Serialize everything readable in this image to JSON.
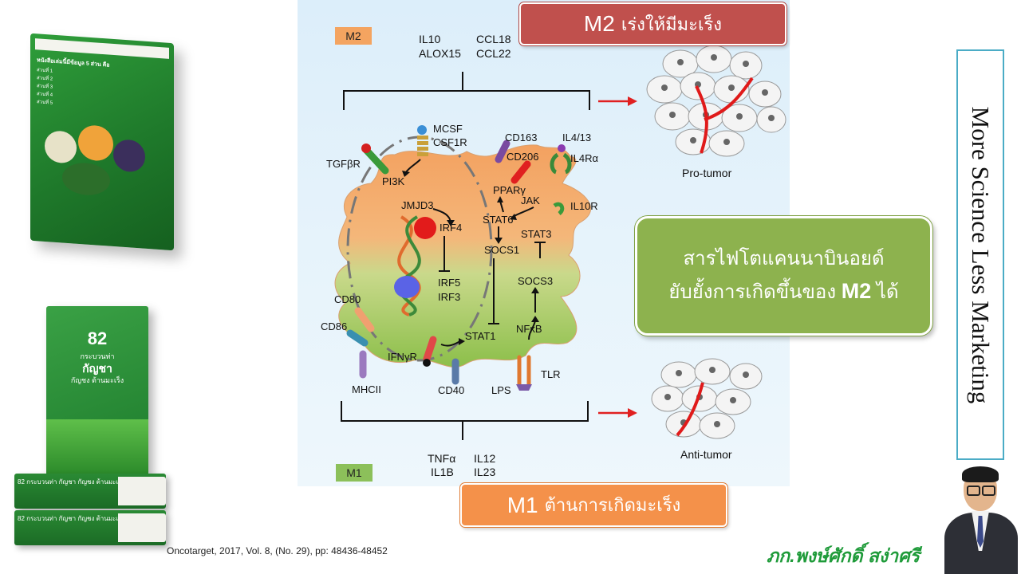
{
  "left_books": {
    "book1_heading": "หนังสือเล่มนี้มีข้อมูล 5 ส่วน คือ",
    "book1_lines": [
      "ส่วนที่ 1",
      "ส่วนที่ 2",
      "ส่วนที่ 3",
      "ส่วนที่ 4",
      "ส่วนที่ 5"
    ],
    "book2_number": "82",
    "book2_line1": "กระบวนท่า",
    "book2_line2": "กัญชา",
    "book2_line3": "กัญชง ต้านมะเร็ง",
    "stack_spine": "82 กระบวนท่า กัญชา กัญชง ต้านมะเร็ง"
  },
  "diagram": {
    "m2_label": "M2",
    "m1_label": "M1",
    "top_cytokines": [
      "IL10",
      "ALOX15",
      "CCL18",
      "CCL22"
    ],
    "bottom_cytokines": [
      "TNFα",
      "IL1B",
      "IL12",
      "IL23"
    ],
    "receptors": {
      "mcsf": "MCSF",
      "csf1r": "CSF1R",
      "tgfbr": "TGFβR",
      "pi3k": "PI3K",
      "cd163": "CD163",
      "cd206": "CD206",
      "il413": "IL4/13",
      "il4ra": "IL4Rα",
      "il10r": "IL10R",
      "cd80": "CD80",
      "cd86": "CD86",
      "mhcii": "MHCII",
      "ifngr": "IFNγR",
      "cd40": "CD40",
      "lps": "LPS",
      "tlr": "TLR"
    },
    "nodes": {
      "jmjd3": "JMJD3",
      "irf4": "IRF4",
      "irf5": "IRF5",
      "irf3": "IRF3",
      "ppar": "PPARγ",
      "jak": "JAK",
      "stat6": "STAT6",
      "stat3": "STAT3",
      "socs1": "SOCS1",
      "socs3": "SOCS3",
      "stat1": "STAT1",
      "nfkb": "NFκB"
    },
    "pro_tumor": "Pro-tumor",
    "anti_tumor": "Anti-tumor"
  },
  "m2_callout": {
    "big": "M2",
    "small": "เร่งให้มีมะเร็ง"
  },
  "m1_callout": {
    "big": "M1",
    "small": "ต้านการเกิดมะเร็ง"
  },
  "green_callout": {
    "line1": "สารไฟโตแคนนาบินอยด์",
    "line2a": "ยับยั้งการเกิดขึ้นของ",
    "line2b": "M2",
    "line2c": "ได้"
  },
  "vertical_slogan": "More Science Less Marketing",
  "citation": "Oncotarget, 2017, Vol. 8, (No. 29), pp: 48436-48452",
  "author": "ภก.พงษ์ศักดิ์ สง่าศรี",
  "colors": {
    "m2_red": "#c0504d",
    "m1_orange": "#f4914a",
    "callout_green": "#8db24e",
    "slogan_border": "#4bacc6",
    "author_green": "#1f9b3a"
  }
}
